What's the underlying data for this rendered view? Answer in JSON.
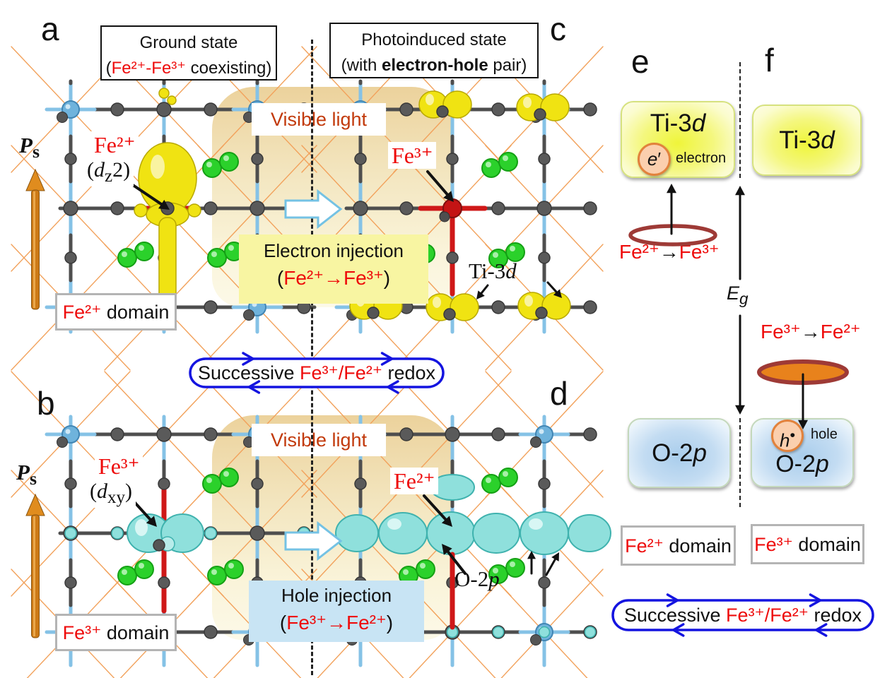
{
  "colors": {
    "red": "#ee0b0b",
    "vl": "#c23a0c",
    "blue_outline": "#1414e0",
    "electron_box_bg": "#f8f5a2",
    "hole_box_bg": "#c8e4f4",
    "yellow_blob": "#f0e312",
    "cyan_blob": "#8fe0dc",
    "green_atom": "#2bd12b",
    "orange_arrow": "#cd7a16"
  },
  "panel_letters": {
    "a": "a",
    "b": "b",
    "c": "c",
    "d": "d",
    "e": "e",
    "f": "f"
  },
  "headers": {
    "ground_line1": "Ground state",
    "ground_line2_html": "(<span class='red'>Fe²⁺-Fe³⁺</span> coexisting)",
    "photo_line1": "Photoinduced state",
    "photo_line2_html": "(with <b>electron-hole</b> pair)"
  },
  "center": {
    "visible_light": "Visible light",
    "electron_injection_line1": "Electron injection",
    "electron_injection_line2_html": "(<span class='red'>Fe²⁺→Fe³⁺</span>)",
    "hole_injection_line1": "Hole injection",
    "hole_injection_line2_html": "(<span class='red'>Fe³⁺→Fe²⁺</span>)",
    "redox_html": "Successive <span class='red'>Fe³⁺/Fe²⁺</span> redox"
  },
  "panel_a": {
    "ps_html": "<b><i>P</i><sub>s</sub></b>",
    "ion_html": "<span class='red'>Fe²⁺</span>",
    "orbital_html": "(<i>d</i><sub>z</sub>2)",
    "domain_html": "<span class='red'>Fe²⁺</span> domain"
  },
  "panel_b": {
    "ps_html": "<b><i>P</i><sub>s</sub></b>",
    "ion_html": "<span class='red'>Fe³⁺</span>",
    "orbital_html": "(<i>d</i><sub>xy</sub>)",
    "domain_html": "<span class='red'>Fe³⁺</span> domain"
  },
  "panel_c": {
    "ion_html": "<span class='red'>Fe³⁺</span>",
    "ti3d_html": "Ti-3<i>d</i>"
  },
  "panel_d": {
    "ion_html": "<span class='red'>Fe²⁺</span>",
    "o2p_html": "O-2<i>p</i>"
  },
  "panel_e": {
    "band_top_html": "Ti-3<i>d</i>",
    "electron_symbol_html": "<i>e</i>′",
    "electron_label": "electron",
    "transition_html": "<span class='red'>Fe²⁺</span>→<span class='red'>Fe³⁺</span>",
    "eg_html": "<i>E</i><sub>g</sub>",
    "band_bottom_html": "O-2<i>p</i>",
    "domain_html": "<span class='red'>Fe²⁺</span> domain"
  },
  "panel_f": {
    "band_top_html": "Ti-3<i>d</i>",
    "transition_html": "<span class='red'>Fe³⁺</span>→<span class='red'>Fe²⁺</span>",
    "hole_symbol_html": "<i>h</i><sup>•</sup>",
    "hole_label": "hole",
    "band_bottom_html": "O-2<i>p</i>",
    "domain_html": "<span class='red'>Fe³⁺</span> domain"
  },
  "bottom_right": {
    "redox_html": "Successive <span class='red'>Fe³⁺/Fe²⁺</span> redox"
  }
}
